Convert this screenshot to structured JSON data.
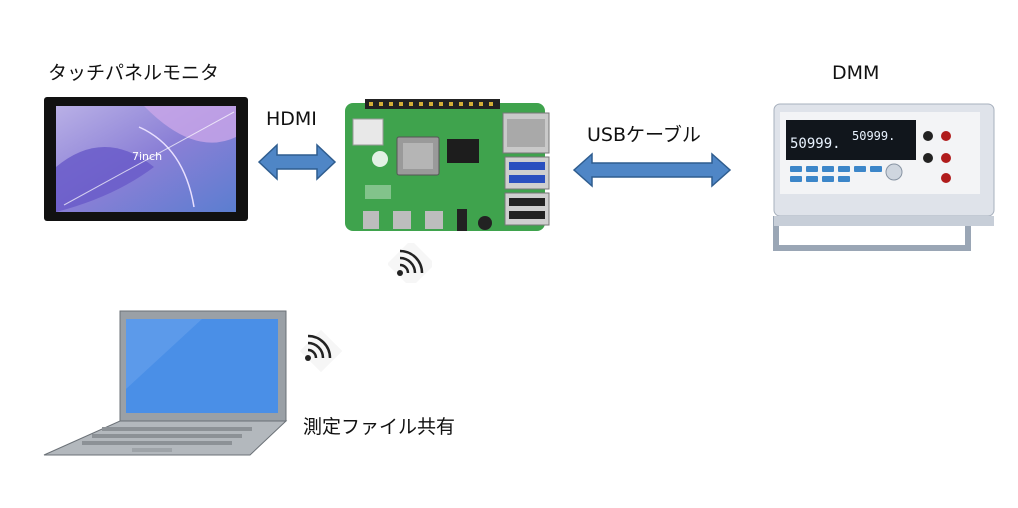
{
  "labels": {
    "touch_panel": "タッチパネルモニタ",
    "hdmi": "HDMI",
    "usb_cable": "USBケーブル",
    "dmm": "DMM",
    "file_share": "測定ファイル共有"
  },
  "monitor": {
    "screen_text": "7inch"
  },
  "dmm_display": {
    "reading_left": "50999.",
    "reading_right": "50999."
  },
  "colors": {
    "arrow_fill": "#4f86c6",
    "arrow_stroke": "#2f5d8f",
    "pcb_green": "#3fa34d",
    "laptop_screen": "#4a8fe7"
  }
}
